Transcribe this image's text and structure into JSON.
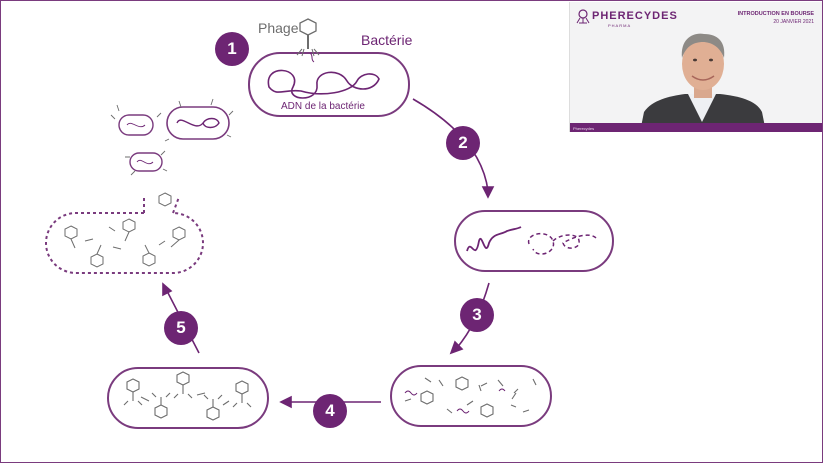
{
  "diagram": {
    "labels": {
      "phage": "Phage",
      "bacteria": "Bactérie",
      "bacterial_dna": "ADN de la bactérie"
    },
    "steps": [
      "1",
      "2",
      "3",
      "4",
      "5"
    ]
  },
  "video": {
    "brand": "PHERECYDES",
    "brand_sub": "PHARMA",
    "event": "INTRODUCTION EN BOURSE",
    "date": "20 JANVIER 2021",
    "footer": "Pherecydes"
  },
  "colors": {
    "accent": "#6d2573",
    "line": "#7a3b7e"
  }
}
